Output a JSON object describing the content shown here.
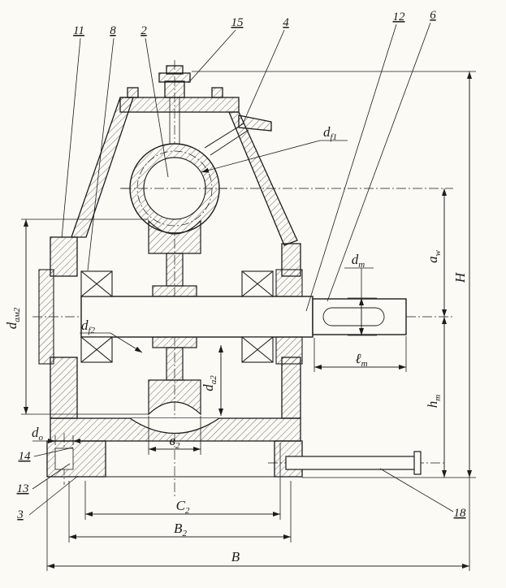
{
  "drawing": {
    "kind": "worm-gear-reducer-cross-section",
    "colors": {
      "ink": "#1c1c1c",
      "paper": "#fbfaf5"
    }
  },
  "callouts": {
    "c11": "11",
    "c8": "8",
    "c2": "2",
    "c15": "15",
    "c4": "4",
    "c12": "12",
    "c6": "6",
    "c14": "14",
    "c13": "13",
    "c3": "3",
    "c18": "18"
  },
  "dims": {
    "df1": {
      "main": "d",
      "sub": "f1"
    },
    "dt": {
      "main": "d",
      "sub": "т"
    },
    "aw": {
      "main": "a",
      "sub": "w"
    },
    "H": {
      "main": "H",
      "sub": ""
    },
    "dam2": {
      "main": "d",
      "sub": "ам2"
    },
    "df2": {
      "main": "d",
      "sub": "f2"
    },
    "da2": {
      "main": "d",
      "sub": "a2"
    },
    "lt": {
      "main": "ℓ",
      "sub": "т"
    },
    "ht": {
      "main": "h",
      "sub": "т"
    },
    "do": {
      "main": "d",
      "sub": "o"
    },
    "v2": {
      "main": "в",
      "sub": "2"
    },
    "C2": {
      "main": "C",
      "sub": "2"
    },
    "B2": {
      "main": "B",
      "sub": "2"
    },
    "B": {
      "main": "B",
      "sub": ""
    }
  }
}
